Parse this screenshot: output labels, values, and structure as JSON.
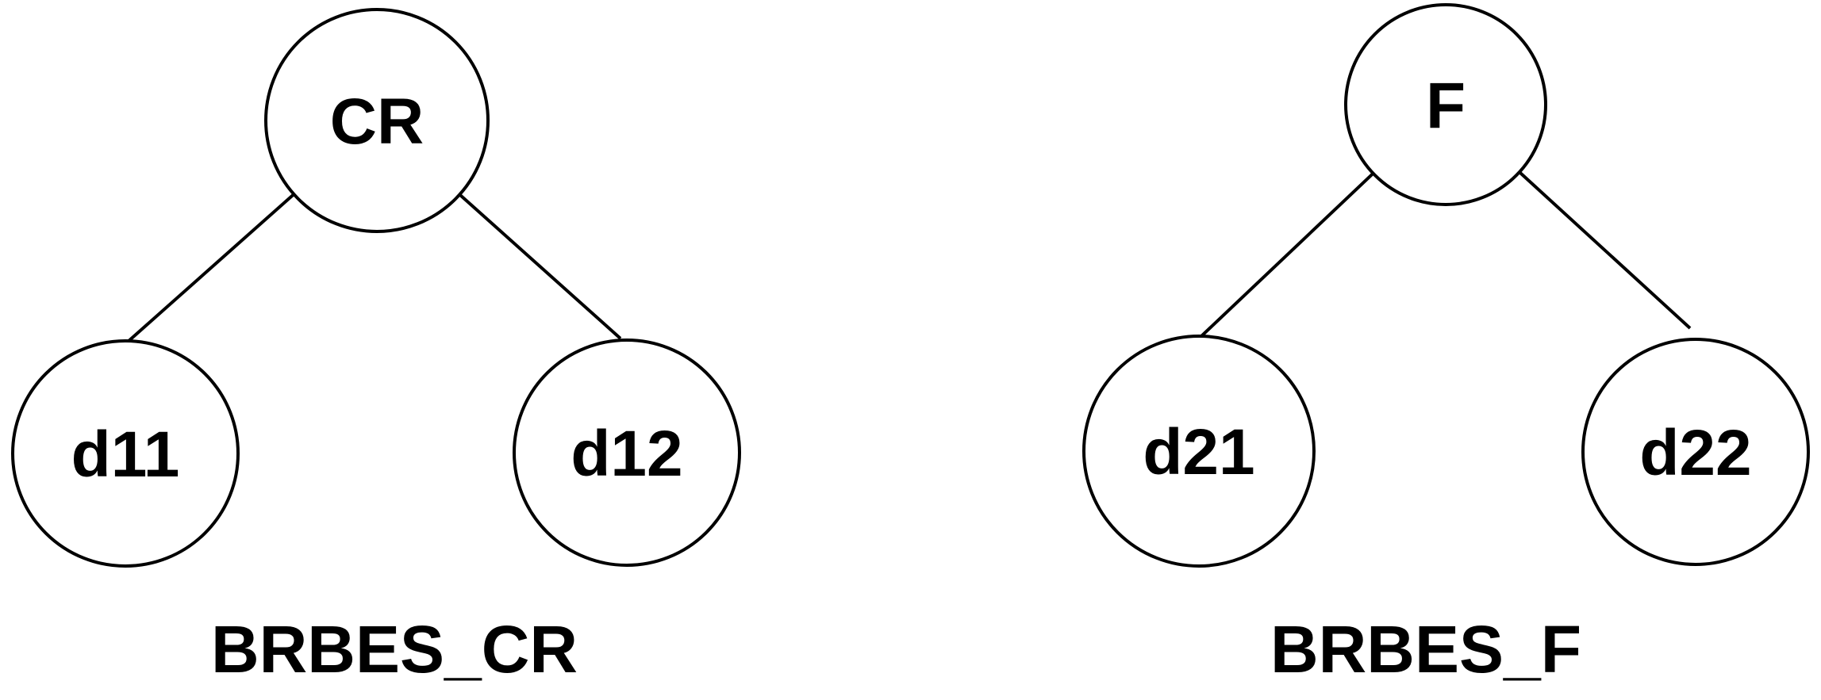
{
  "diagram": {
    "type": "tree",
    "background_color": "#ffffff",
    "line_color": "#000000",
    "node_fill_color": "#ffffff",
    "trees": [
      {
        "caption": "BRBES_CR",
        "root": {
          "label": "CR"
        },
        "children": [
          {
            "label": "d11"
          },
          {
            "label": "d12"
          }
        ],
        "edges": [
          "CR-d11",
          "CR-d12"
        ]
      },
      {
        "caption": "BRBES_F",
        "root": {
          "label": "F"
        },
        "children": [
          {
            "label": "d21"
          },
          {
            "label": "d22"
          }
        ],
        "edges": [
          "F-d21",
          "F-d22"
        ]
      }
    ]
  }
}
